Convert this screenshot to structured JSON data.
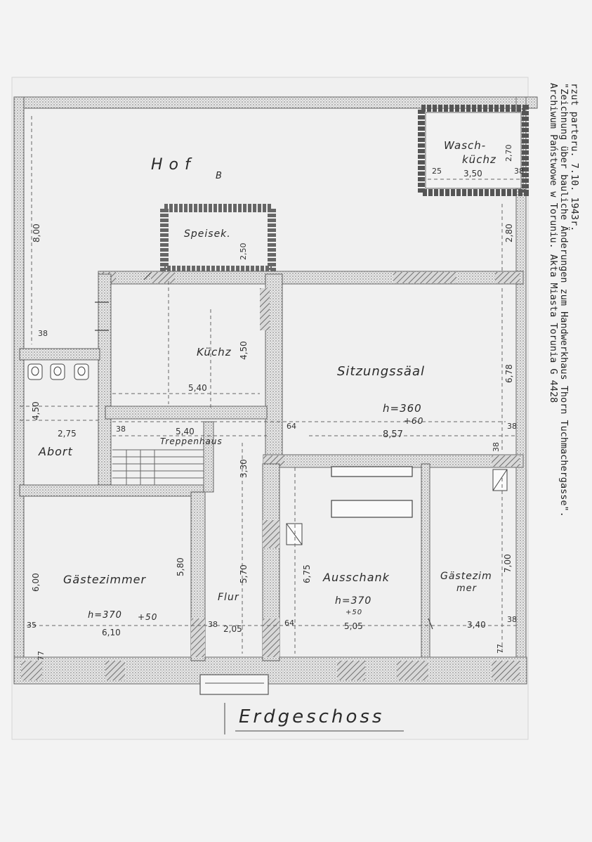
{
  "caption": {
    "line1": "rzut parteru. 7.10. 1943r.",
    "line2": "\"Zeichnung über bauliche Änderungen zum Handwerkhaus Thorn Tuchmachergasse\".",
    "line3": "Archiwum Państwowe w Toruniu. Akta Miasta Torunia G 4428"
  },
  "rooms": {
    "hof": "H o f",
    "hof_mark": "B",
    "waschkuche_1": "Wasch-",
    "waschkuche_2": "küchz",
    "speisek": "Speisek.",
    "kuche": "Küchz",
    "sitzungssaal": "Sitzungssäal",
    "abort": "Abort",
    "treppenhaus": "Treppenhaus",
    "gastezimmer": "Gästezimmer",
    "flur": "Flur",
    "ausschank": "Ausschank",
    "gastezimmer2_1": "Gästezim",
    "gastezimmer2_2": "mer"
  },
  "heights": {
    "saal_h": "h=360",
    "saal_plus": "+60",
    "gaste_h": "h=370",
    "gaste_plus": "+50",
    "ausschank_h": "h=370",
    "ausschank_plus": "+50"
  },
  "dimensions": {
    "d_8_00": "8,00",
    "d_3_50": "3,50",
    "d_2_70": "2,70",
    "d_25": "25",
    "d_38_wk": "38",
    "d_2_80": "2,80",
    "d_2_50": "2,50",
    "d_4_50_k": "4,50",
    "d_5_40_k": "5,40",
    "d_38_a": "38",
    "d_4_50_a": "4,50",
    "d_2_75": "2,75",
    "d_38_b": "38",
    "d_5_40_t": "5,40",
    "d_64_a": "64",
    "d_8_57": "8,57",
    "d_38_c": "38",
    "d_6_78": "6,78",
    "d_38_d": "38",
    "d_3_30": "3,30",
    "d_6_00": "6,00",
    "d_5_80": "5,80",
    "d_5_70": "5,70",
    "d_6_75": "6,75",
    "d_7_00": "7,00",
    "d_6_10": "6,10",
    "d_2_05": "2,05",
    "d_5_05": "5,05",
    "d_3_40": "3,40",
    "d_35": "35",
    "d_38_e": "38",
    "d_64_b": "64",
    "d_38_f": "38",
    "d_77_a": "77",
    "d_77_b": "77"
  },
  "footer": {
    "title": "Erdgeschoss"
  }
}
